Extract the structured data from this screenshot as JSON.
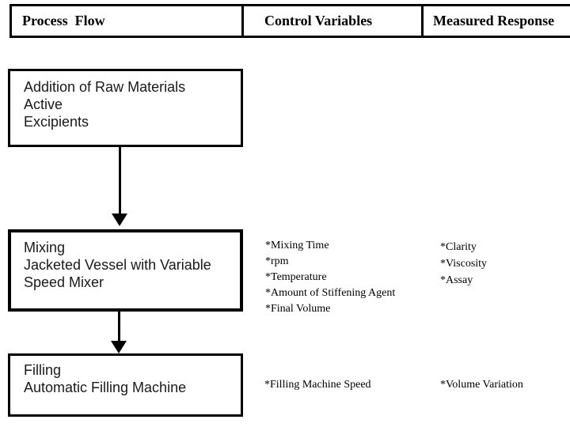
{
  "header": {
    "columns": [
      {
        "label": "Process  Flow"
      },
      {
        "label": "Control Variables"
      },
      {
        "label": "Measured Response"
      }
    ]
  },
  "steps": [
    {
      "id": "raw-materials",
      "box_lines": [
        "Addition of Raw Materials",
        "Active",
        "Excipients"
      ],
      "control_variables": [],
      "measured_responses": []
    },
    {
      "id": "mixing",
      "box_lines": [
        "Mixing",
        "Jacketed Vessel with Variable",
        "Speed Mixer"
      ],
      "control_variables": [
        "*Mixing Time",
        "*rpm",
        "*Temperature",
        "*Amount of Stiffening Agent",
        "*Final Volume"
      ],
      "measured_responses": [
        "*Clarity",
        "*Viscosity",
        "*Assay"
      ]
    },
    {
      "id": "filling",
      "box_lines": [
        "Filling",
        "Automatic Filling Machine"
      ],
      "control_variables": [
        "*Filling Machine Speed"
      ],
      "measured_responses": [
        "*Volume Variation"
      ]
    }
  ],
  "colors": {
    "ink": "#000000",
    "background": "#ffffff"
  }
}
